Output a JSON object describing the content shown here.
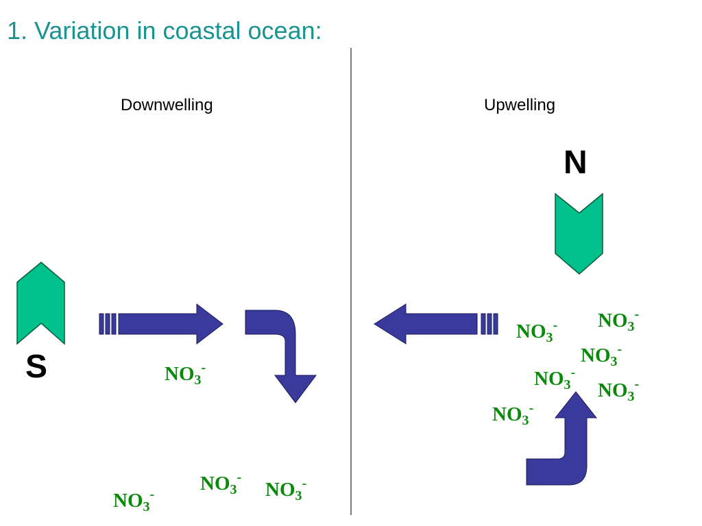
{
  "title": "1. Variation in coastal ocean:",
  "panels": {
    "left": {
      "label": "Downwelling",
      "compass": "S"
    },
    "right": {
      "label": "Upwelling",
      "compass": "N"
    }
  },
  "nitrate": {
    "base": "NO",
    "sub": "3",
    "sup": "-"
  },
  "colors": {
    "title": "#19938f",
    "arrow": "#3a3a9c",
    "chevron": "#00c08b",
    "nitrate": "#0a8a0a",
    "divider": "#7a7a7a"
  }
}
